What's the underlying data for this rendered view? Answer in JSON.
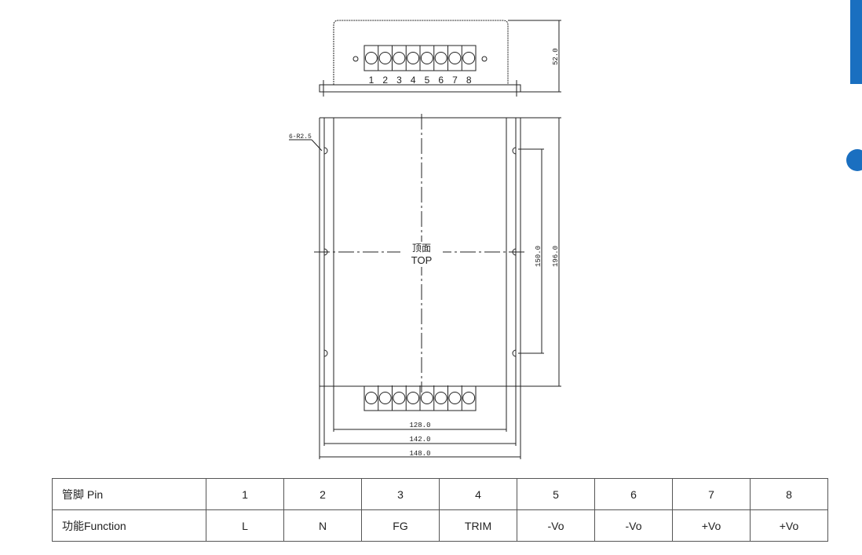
{
  "drawing": {
    "pin_numbers": [
      "1",
      "2",
      "3",
      "4",
      "5",
      "6",
      "7",
      "8"
    ],
    "mount_hole_label": "6-R2.5",
    "top_label_cn": "顶面",
    "top_label_en": "TOP",
    "dim_height": "52.0",
    "dim_hole_spacing": "150.0",
    "dim_length": "196.0",
    "dim_inner_width": "128.0",
    "dim_mid_width": "142.0",
    "dim_outer_width": "148.0",
    "line_color": "#222222"
  },
  "pin_table": {
    "header_pin": "管脚 Pin",
    "header_function": "功能Function",
    "pins": [
      "1",
      "2",
      "3",
      "4",
      "5",
      "6",
      "7",
      "8"
    ],
    "functions": [
      "L",
      "N",
      "FG",
      "TRIM",
      "-Vo",
      "-Vo",
      "+Vo",
      "+Vo"
    ]
  },
  "side": {
    "accent": "#1a6fc0"
  }
}
